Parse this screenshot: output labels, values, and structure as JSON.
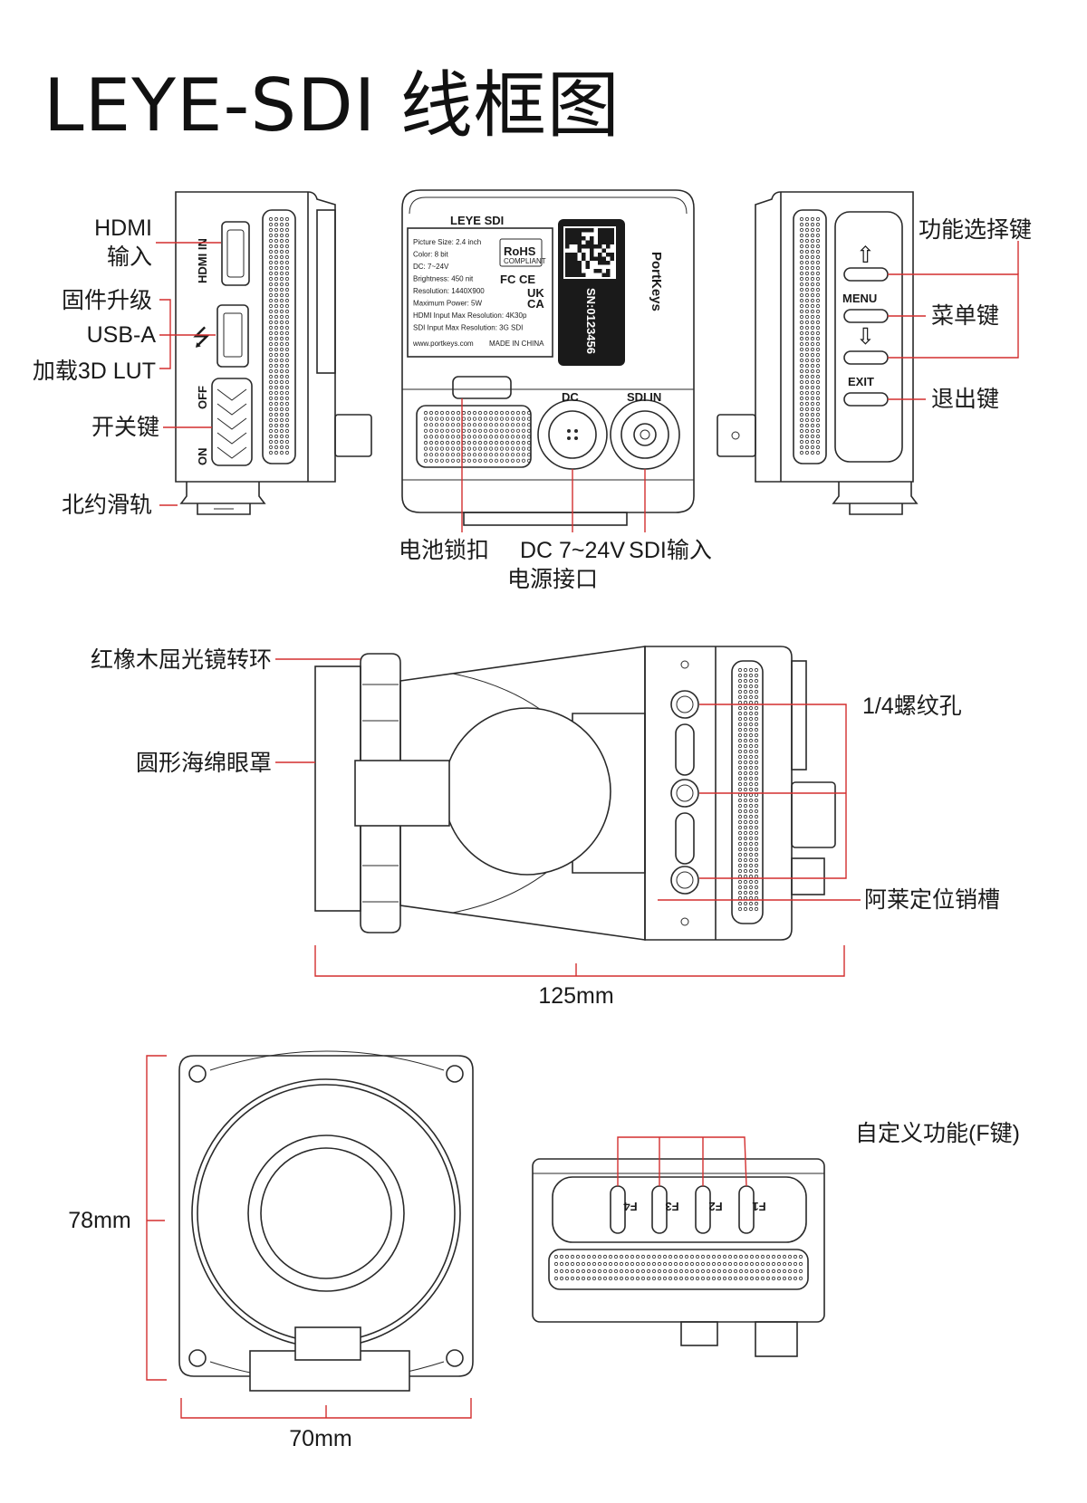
{
  "title": "LEYE-SDI 线框图",
  "accent_color": "#d32f2f",
  "left_view_labels": {
    "hdmi_in": [
      "HDMI",
      "输入"
    ],
    "firmware": "固件升级",
    "usb_a": "USB-A",
    "load_lut": "加载3D LUT",
    "power_switch": "开关键",
    "nato_rail": "北约滑轨"
  },
  "left_view_markings": {
    "hdmi_port": "HDMI IN",
    "off": "OFF",
    "on": "ON"
  },
  "back_view_labels": {
    "battery_lock": "电池锁扣",
    "dc_power": [
      "DC 7~24V",
      "电源接口"
    ],
    "sdi_in": "SDI输入"
  },
  "back_view_markings": {
    "dc": "DC",
    "sdi_in": "SDI IN"
  },
  "product_label": {
    "name": "LEYE SDI",
    "specs": [
      "Picture Size: 2.4 inch",
      "Color: 8 bit",
      "DC: 7~24V",
      "Brightness: 450 nit",
      "Resolution: 1440X900",
      "Maximum Power: 5W",
      "HDMI Input Max Resolution: 4K30p",
      "SDI Input Max Resolution: 3G SDI"
    ],
    "website": "www.portkeys.com",
    "made_in": "MADE IN CHINA",
    "rohs": "RoHS",
    "compliant": "COMPLIANT",
    "fc_ce": "FC CE",
    "ukca": [
      "UK",
      "CA"
    ],
    "serial": "SN:0123456",
    "brand": "PortKeys"
  },
  "right_view_labels": {
    "function_select": "功能选择键",
    "menu_key": "菜单键",
    "exit_key": "退出键"
  },
  "right_view_markings": {
    "menu": "MENU",
    "exit": "EXIT"
  },
  "top_view_labels": {
    "focus_ring": "红橡木屈光镜转环",
    "eyecup": "圆形海绵眼罩",
    "thread_holes": "1/4螺纹孔",
    "arri_slot": "阿莱定位销槽",
    "length": "125mm"
  },
  "front_view_labels": {
    "height": "78mm",
    "width": "70mm"
  },
  "bottom_view_labels": {
    "custom_keys": "自定义功能(F键)",
    "keys": [
      "F4",
      "F3",
      "F2",
      "F1"
    ]
  }
}
